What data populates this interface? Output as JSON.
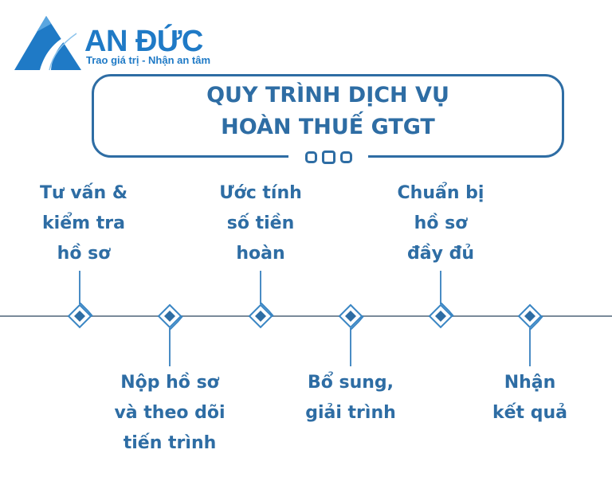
{
  "brand": {
    "name": "AN ĐỨC",
    "tagline": "Trao giá trị - Nhận an tâm",
    "logo_icon": "mountain-road-icon",
    "color": "#1f7ac6"
  },
  "title": {
    "line1": "QUY TRÌNH DỊCH VỤ",
    "line2": "HOÀN THUẾ GTGT",
    "color": "#2e6da4"
  },
  "timeline": {
    "line_color": "#7a8a99",
    "node_color": "#2e6da4",
    "steps": [
      {
        "order": 1,
        "position": "top",
        "lines": [
          "Tư vấn &",
          "kiểm tra",
          "hồ sơ"
        ]
      },
      {
        "order": 2,
        "position": "bottom",
        "lines": [
          "Nộp hồ sơ",
          "và theo dõi",
          "tiến trình"
        ]
      },
      {
        "order": 3,
        "position": "top",
        "lines": [
          "Ước tính",
          "số tiền",
          "hoàn"
        ]
      },
      {
        "order": 4,
        "position": "bottom",
        "lines": [
          "Bổ sung,",
          "giải trình"
        ]
      },
      {
        "order": 5,
        "position": "top",
        "lines": [
          "Chuẩn bị",
          "hồ sơ",
          "đầy đủ"
        ]
      },
      {
        "order": 6,
        "position": "bottom",
        "lines": [
          "Nhận",
          "kết quả"
        ]
      }
    ]
  }
}
